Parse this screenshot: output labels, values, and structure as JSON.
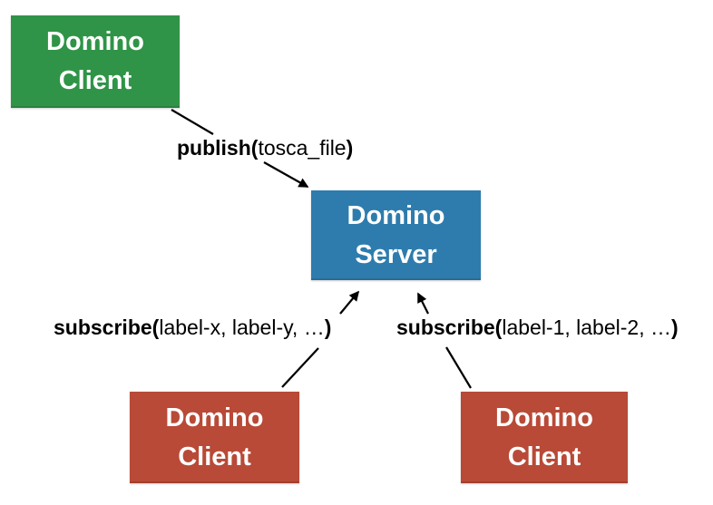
{
  "diagram": {
    "nodes": {
      "publisher_client": {
        "title_line1": "Domino",
        "title_line2": "Client",
        "color": "#2f9447"
      },
      "server": {
        "title_line1": "Domino",
        "title_line2": "Server",
        "color": "#2e7cad"
      },
      "subscriber_client_left": {
        "title_line1": "Domino",
        "title_line2": "Client",
        "color": "#b84a37"
      },
      "subscriber_client_right": {
        "title_line1": "Domino",
        "title_line2": "Client",
        "color": "#b84a37"
      }
    },
    "edges": {
      "publish": {
        "fn": "publish(",
        "args": "tosca_file",
        "close": ")"
      },
      "subscribe_left": {
        "fn": "subscribe(",
        "args": "label-x, label-y, …",
        "close": ")"
      },
      "subscribe_right": {
        "fn": "subscribe(",
        "args": "label-1, label-2, …",
        "close": ")"
      }
    },
    "arrow_color": "#000000"
  }
}
